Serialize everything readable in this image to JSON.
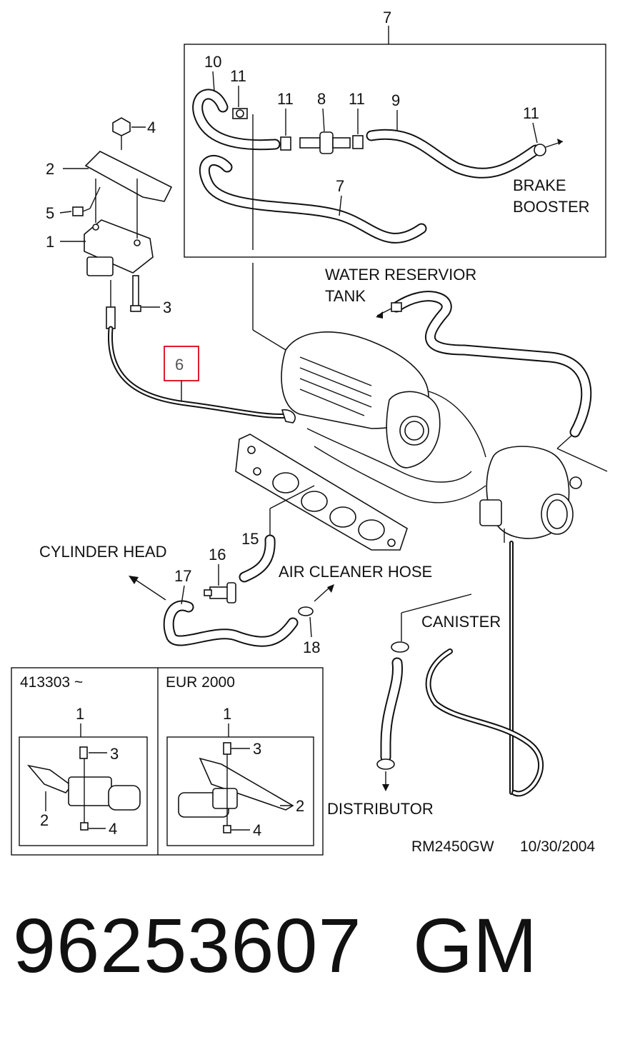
{
  "callouts": {
    "c1": "1",
    "c2": "2",
    "c3": "3",
    "c4": "4",
    "c5": "5",
    "c6": "6",
    "c7_top": "7",
    "c7_inner": "7",
    "c8": "8",
    "c9": "9",
    "c10": "10",
    "c11_a": "11",
    "c11_b": "11",
    "c11_c": "11",
    "c11_d": "11",
    "c15": "15",
    "c16": "16",
    "c17": "17",
    "c18": "18"
  },
  "labels": {
    "brake_booster_1": "BRAKE",
    "brake_booster_2": "BOOSTER",
    "water_reservoir_1": "WATER RESERVIOR",
    "water_reservoir_2": "TANK",
    "cylinder_head": "CYLINDER HEAD",
    "air_cleaner_hose": "AIR CLEANER HOSE",
    "canister": "CANISTER",
    "distributor": "DISTRIBUTOR"
  },
  "inset_left": {
    "title": "413303 ~",
    "c1": "1",
    "c2": "2",
    "c3": "3",
    "c4": "4"
  },
  "inset_right": {
    "title": "EUR 2000",
    "c1": "1",
    "c2": "2",
    "c3": "3",
    "c4": "4"
  },
  "reference": {
    "code": "RM2450GW",
    "date": "10/30/2004"
  },
  "part": {
    "number": "96253607",
    "brand": "GM"
  },
  "colors": {
    "highlight": "#e0001b",
    "ink": "#111111"
  }
}
